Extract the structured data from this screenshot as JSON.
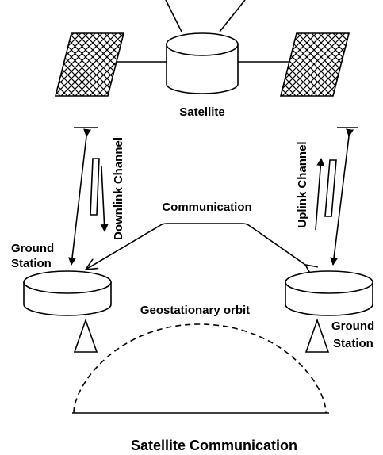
{
  "diagram": {
    "satellite_label": "Satellite",
    "downlink_label": "Downlink Channel",
    "uplink_label": "Uplink Channel",
    "communication_label": "Communication",
    "ground_station_left_line1": "Ground",
    "ground_station_left_line2": "Station",
    "ground_station_right_line1": "Ground",
    "ground_station_right_line2": "Station",
    "orbit_label": "Geostationary orbit",
    "title": "Satellite Communication"
  }
}
